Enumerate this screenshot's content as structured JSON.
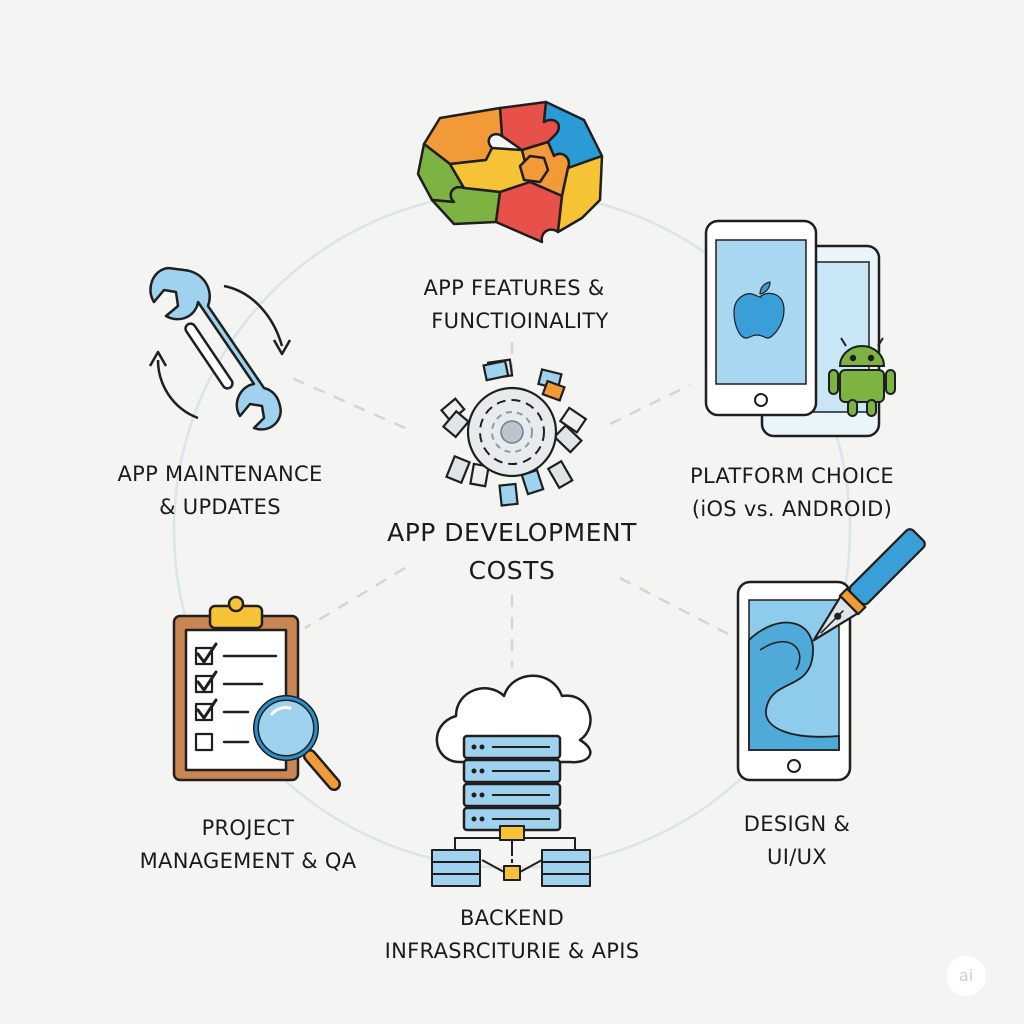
{
  "center": {
    "line1": "APP DEVELOPMENT",
    "line2": "COSTS"
  },
  "nodes": {
    "features": {
      "line1": "APP FEATURES &",
      "line2": "FUNCTIOINALITY"
    },
    "platform": {
      "line1": "PLATFORM CHOICE",
      "line2": "(iOS vs. ANDROID)"
    },
    "design": {
      "line1": "DESIGN &",
      "line2": "UI/UX"
    },
    "backend": {
      "line1": "BACKEND",
      "line2": "INFRASRCITURIE & APIS"
    },
    "project": {
      "line1": "PROJECT",
      "line2": "MANAGEMENT & QA"
    },
    "maintenance": {
      "line1": "APP MAINTENANCE",
      "line2": "& UPDATES"
    }
  },
  "watermark": "ai",
  "icons": {
    "features": "puzzle-icon",
    "platform": "phones-apple-android-icon",
    "design": "tablet-pen-icon",
    "backend": "cloud-server-icon",
    "project": "clipboard-magnifier-icon",
    "maintenance": "wrench-cycle-icon",
    "center": "gear-hub-icon"
  },
  "colors": {
    "ring": "#d6e4e8",
    "outline": "#1f1f1f",
    "blue": "#9fd2ef",
    "deep_blue": "#2b8fc9",
    "orange": "#f29a38",
    "yellow": "#f6c236",
    "red": "#e8514a",
    "green": "#7cb342",
    "brown": "#c98652"
  }
}
